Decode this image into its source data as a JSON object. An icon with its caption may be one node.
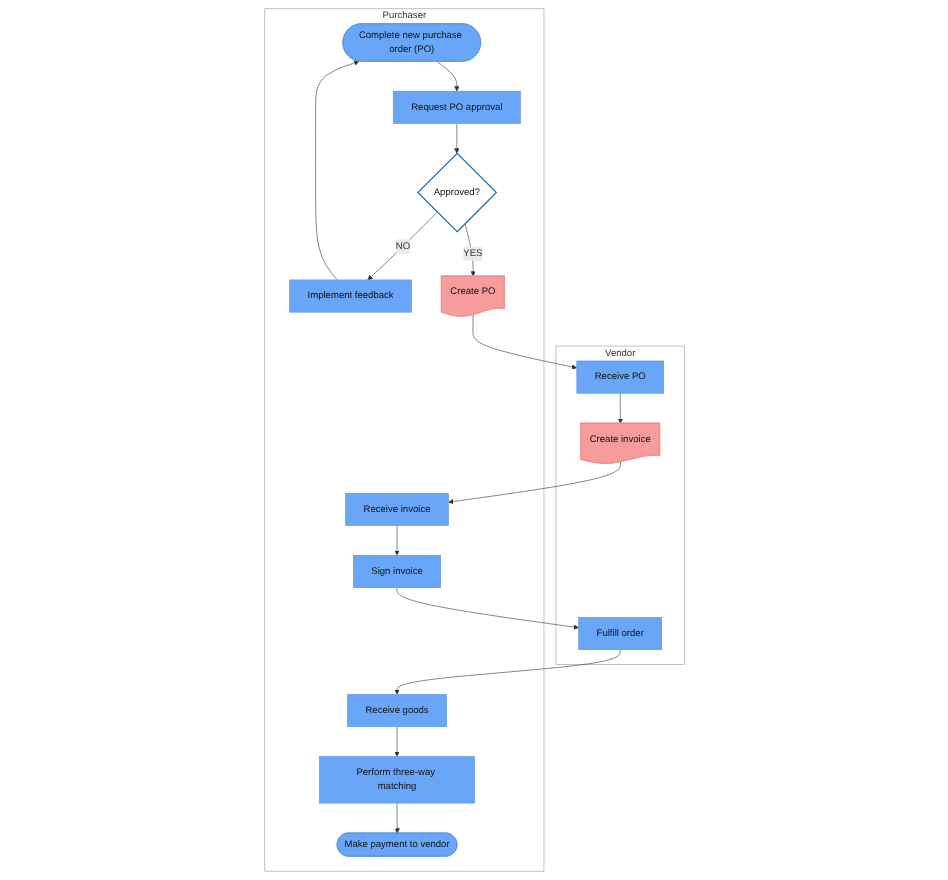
{
  "diagram": {
    "nodes": [
      {
        "text": [
          "Purchaser"
        ]
      },
      {
        "text": [
          "Vendor"
        ]
      },
      {
        "text": [
          "Complete new purchase order (PO)"
        ],
        "in": 0
      },
      {
        "text": [
          "Request PO approval"
        ],
        "in": 0
      },
      {
        "text": [
          "Approved?"
        ],
        "in": 0
      },
      {
        "text": [
          "Implement feedback"
        ],
        "in": 0
      },
      {
        "text": [
          "Create PO"
        ],
        "in": 0
      },
      {
        "text": [
          "Receive invoice"
        ],
        "in": 0
      },
      {
        "text": [
          "Sign invoice"
        ],
        "in": 0
      },
      {
        "text": [
          "Receive goods"
        ],
        "in": 0
      },
      {
        "text": [
          "Perform three-way matching"
        ],
        "in": 0
      },
      {
        "text": [
          "Make payment to vendor"
        ],
        "in": 0
      },
      {
        "text": [
          "Receive PO"
        ],
        "in": 1
      },
      {
        "text": [
          "Create invoice"
        ],
        "in": 1
      },
      {
        "text": [
          "Fulfill order"
        ],
        "in": 1
      }
    ],
    "edges": [
      {
        "from": 2,
        "to": 3,
        "arrow": "to"
      },
      {
        "from": 3,
        "to": 4,
        "arrow": "to"
      },
      {
        "from": 4,
        "to": 5,
        "arrow": "to",
        "label": "NO"
      },
      {
        "from": 5,
        "to": 2,
        "arrow": "to"
      },
      {
        "from": 4,
        "to": 6,
        "arrow": "to",
        "label": "YES"
      },
      {
        "from": 6,
        "to": 12,
        "arrow": "to"
      },
      {
        "from": 12,
        "to": 13,
        "arrow": "to"
      },
      {
        "from": 13,
        "to": 7,
        "arrow": "to"
      },
      {
        "from": 7,
        "to": 8,
        "arrow": "to"
      },
      {
        "from": 8,
        "to": 14,
        "arrow": "to"
      },
      {
        "from": 14,
        "to": 9,
        "arrow": "to"
      },
      {
        "from": 9,
        "to": 10,
        "arrow": "to"
      },
      {
        "from": 10,
        "to": 11,
        "arrow": "to"
      }
    ]
  }
}
